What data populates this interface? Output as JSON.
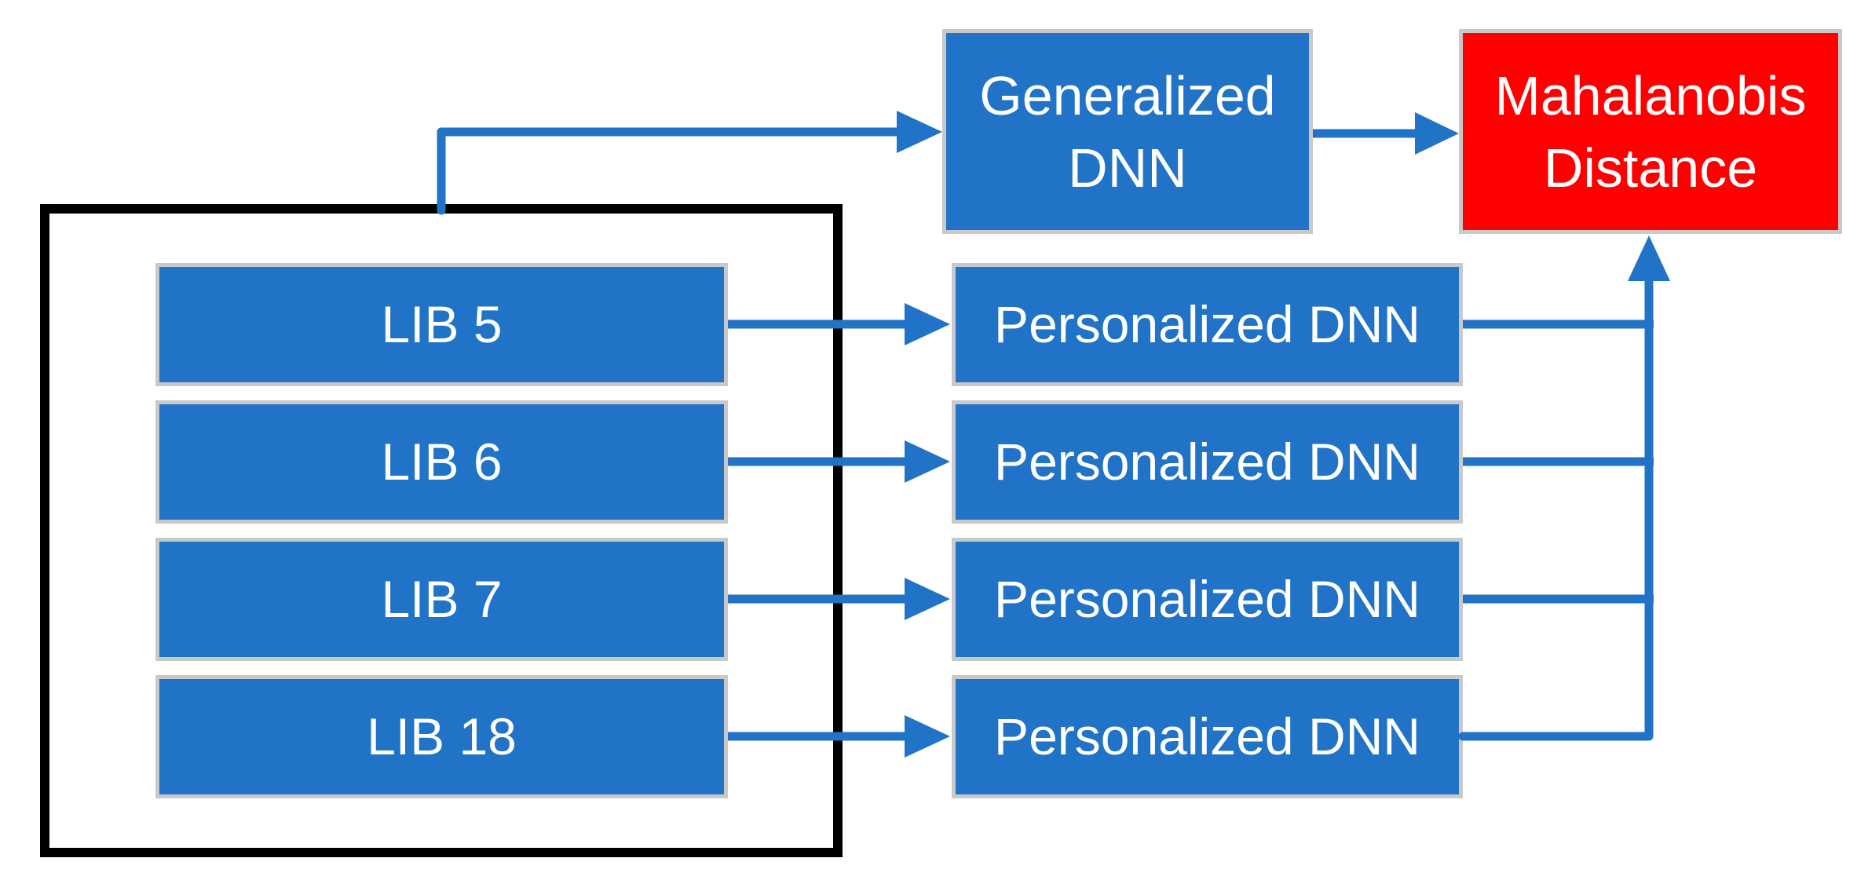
{
  "diagram": {
    "lib_group": {
      "items": [
        {
          "label": "LIB 5"
        },
        {
          "label": "LIB 6"
        },
        {
          "label": "LIB 7"
        },
        {
          "label": "LIB 18"
        }
      ]
    },
    "personalized_dnn": {
      "items": [
        {
          "label": "Personalized DNN"
        },
        {
          "label": "Personalized DNN"
        },
        {
          "label": "Personalized DNN"
        },
        {
          "label": "Personalized DNN"
        }
      ]
    },
    "generalized_dnn": {
      "line1": "Generalized",
      "line2": "DNN"
    },
    "mahalanobis_distance": {
      "line1": "Mahalanobis",
      "line2": "Distance"
    }
  },
  "colors": {
    "node-blue": "#2173C7",
    "node-red": "#FF0000",
    "connector-blue": "#2173C7",
    "container-border": "#000000",
    "node-outline": "#C9C9C9",
    "node-text": "#FFFFFF",
    "background": "#FFFFFF"
  }
}
